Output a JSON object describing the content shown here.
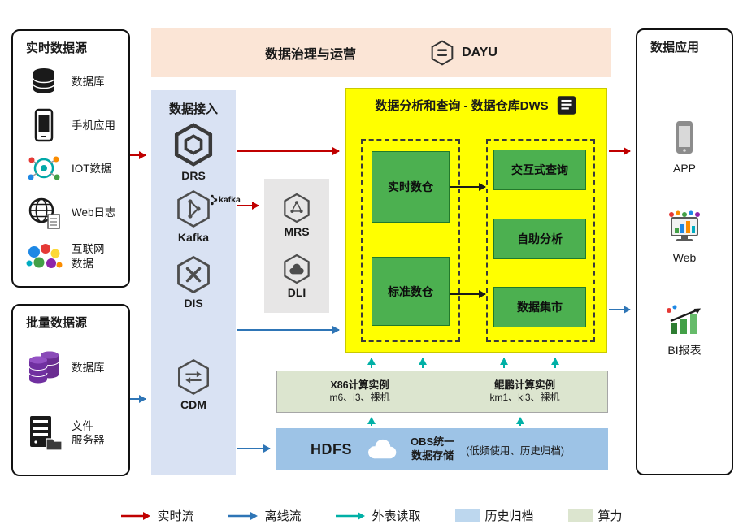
{
  "realtime_sources": {
    "title": "实时数据源",
    "items": [
      {
        "label": "数据库",
        "icon": "database-icon"
      },
      {
        "label": "手机应用",
        "icon": "smartphone-icon"
      },
      {
        "label": "IOT数据",
        "icon": "iot-icon"
      },
      {
        "label": "Web日志",
        "icon": "globe-log-icon"
      },
      {
        "label": "互联网\n数据",
        "icon": "internet-data-icon"
      }
    ]
  },
  "batch_sources": {
    "title": "批量数据源",
    "items": [
      {
        "label": "数据库",
        "icon": "database-stack-icon"
      },
      {
        "label": "文件\n服务器",
        "icon": "file-server-icon"
      }
    ]
  },
  "governance": {
    "title": "数据治理与运营",
    "product": "DAYU",
    "icon": "dayu-hexagon-icon"
  },
  "ingestion": {
    "title": "数据接入",
    "services": [
      {
        "name": "DRS",
        "icon": "drs-hexagon-icon"
      },
      {
        "name": "Kafka",
        "icon": "kafka-hexagon-icon",
        "badge": "kafka"
      },
      {
        "name": "DIS",
        "icon": "dis-hexagon-icon"
      },
      {
        "name": "CDM",
        "icon": "cdm-hexagon-icon"
      }
    ]
  },
  "processing": {
    "services": [
      {
        "name": "MRS",
        "icon": "mrs-hexagon-icon"
      },
      {
        "name": "DLI",
        "icon": "dli-hexagon-icon"
      }
    ]
  },
  "dws": {
    "title": "数据分析和查询 - 数据仓库DWS",
    "icon": "report-notebook-icon",
    "warehouses": [
      "实时数仓",
      "标准数仓"
    ],
    "capabilities": [
      "交互式查询",
      "自助分析",
      "数据集市"
    ]
  },
  "compute": {
    "x86": {
      "title": "X86计算实例",
      "subtitle": "m6、i3、裸机"
    },
    "kunpeng": {
      "title": "鲲鹏计算实例",
      "subtitle": "km1、ki3、裸机"
    }
  },
  "storage": {
    "hdfs": "HDFS",
    "obs_line1": "OBS统一",
    "obs_line2": "数据存储",
    "note": "(低频使用、历史归档)",
    "icon": "cloud-icon"
  },
  "applications": {
    "title": "数据应用",
    "items": [
      {
        "label": "APP",
        "icon": "smartphone-icon"
      },
      {
        "label": "Web",
        "icon": "web-dashboard-icon"
      },
      {
        "label": "BI报表",
        "icon": "bi-report-icon"
      }
    ]
  },
  "legend": {
    "items": [
      {
        "label": "实时流",
        "type": "arrow",
        "color": "#c00000"
      },
      {
        "label": "离线流",
        "type": "arrow",
        "color": "#2e75b6"
      },
      {
        "label": "外表读取",
        "type": "arrow",
        "color": "#00b0a6"
      },
      {
        "label": "历史归档",
        "type": "swatch",
        "color": "#bdd7ee"
      },
      {
        "label": "算力",
        "type": "swatch",
        "color": "#dce5cf"
      }
    ]
  },
  "colors": {
    "realtime_flow": "#c00000",
    "offline_flow": "#2e75b6",
    "external_read": "#00b0a6",
    "banner_bg": "#fbe5d6",
    "ingestion_bg": "#d9e2f3",
    "processing_bg": "#e7e6e6",
    "dws_bg": "#ffff00",
    "warehouse_green": "#4cb050",
    "compute_bg": "#dce5cf",
    "hdfs_bg": "#9dc3e6"
  }
}
